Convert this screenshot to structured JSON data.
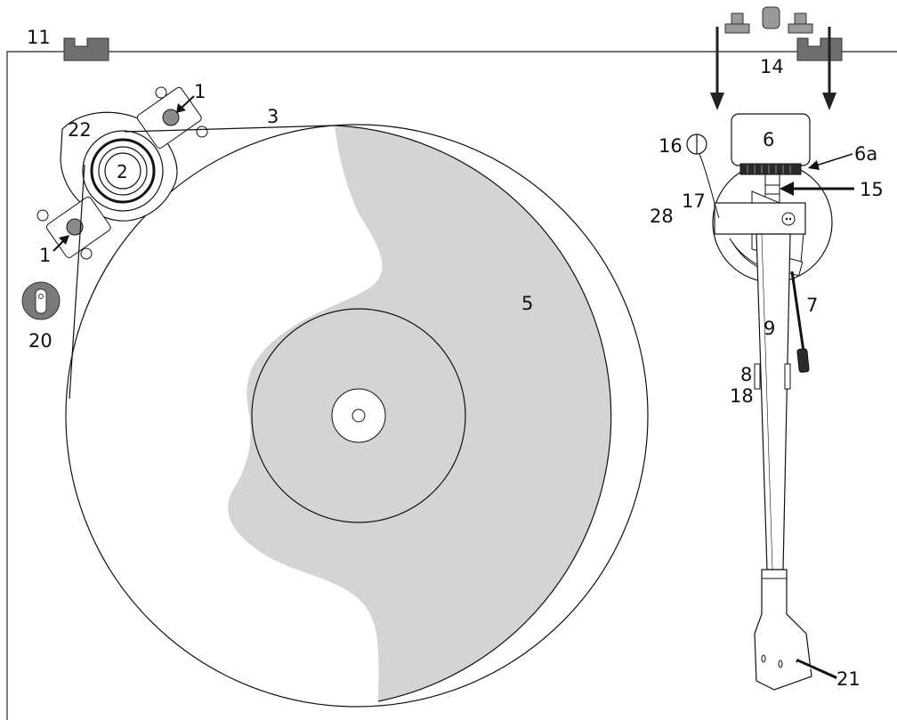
{
  "labels": {
    "l11": "11",
    "l14": "14",
    "l1a": "1",
    "l1b": "1",
    "l22": "22",
    "l2": "2",
    "l3": "3",
    "l5": "5",
    "l20": "20",
    "l6": "6",
    "l6a": "6a",
    "l16": "16",
    "l15": "15",
    "l17": "17",
    "l28": "28",
    "l7": "7",
    "l9": "9",
    "l8": "8",
    "l18": "18",
    "l21": "21"
  },
  "colors": {
    "stroke": "#111111",
    "platter_fill": "#d4d4d4",
    "part_fill": "#6f6f6f",
    "part_light": "#9a9a9a",
    "background": "#ffffff"
  }
}
